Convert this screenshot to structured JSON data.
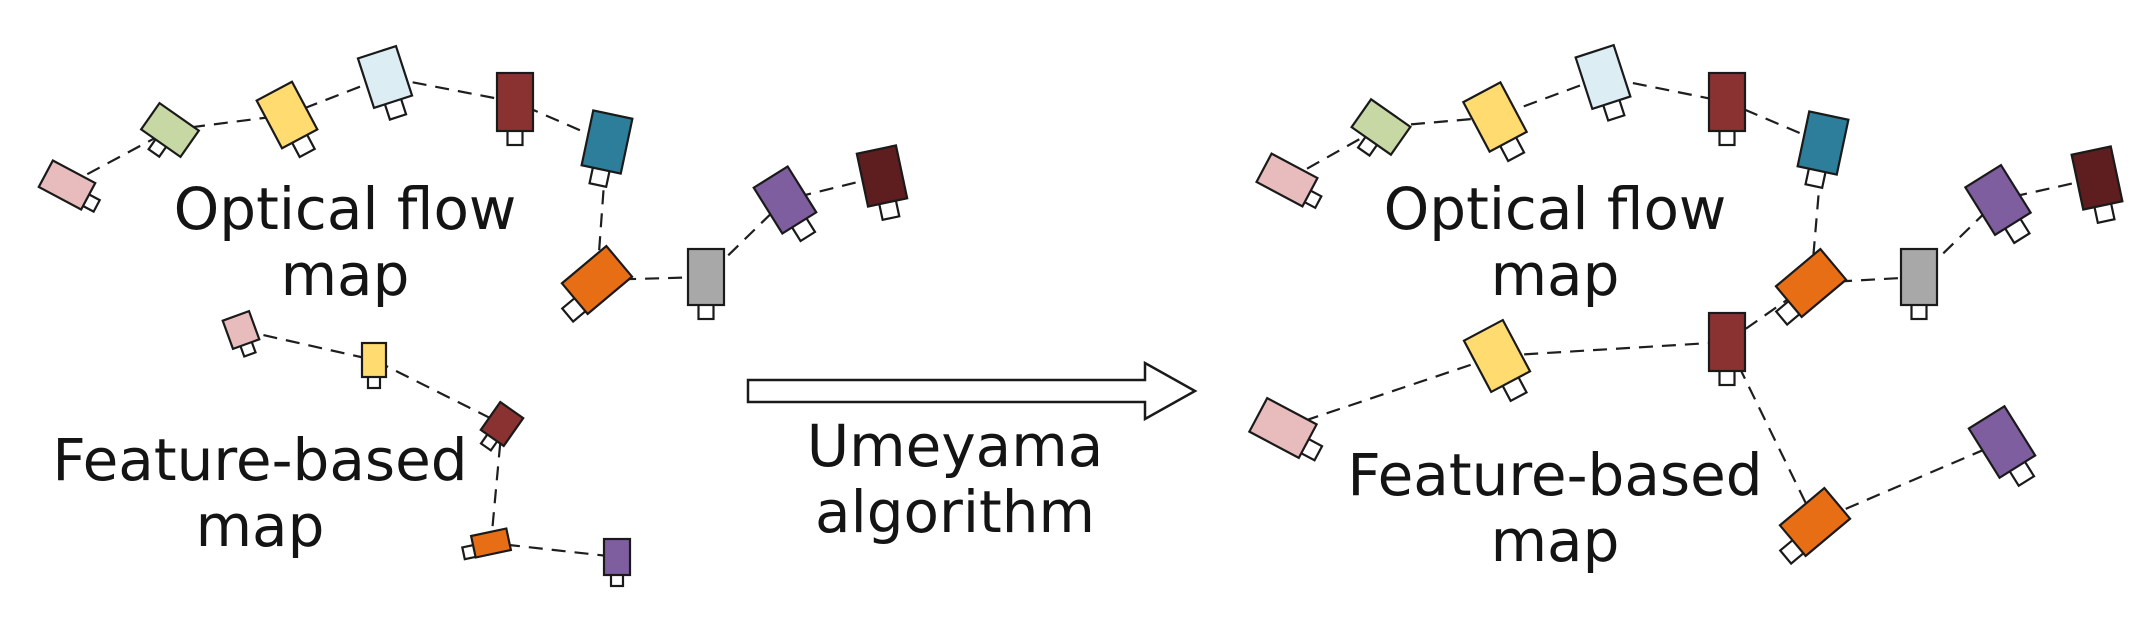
{
  "labels": {
    "left_optical_line1": "Optical flow",
    "left_optical_line2": "map",
    "left_feature_line1": "Feature-based",
    "left_feature_line2": "map",
    "arrow_line1": "Umeyama",
    "arrow_line2": "algorithm",
    "right_optical_line1": "Optical flow",
    "right_optical_line2": "map",
    "right_feature_line1": "Feature-based",
    "right_feature_line2": "map"
  },
  "colors": {
    "pink": "#e8bcbc",
    "green": "#c7d8a5",
    "yellow": "#ffdb70",
    "lightblue": "#dcedf4",
    "darkred": "#8a3232",
    "teal": "#2c7e9b",
    "orange": "#e86e15",
    "purple": "#7e5e9e",
    "maroon": "#5e1d1e",
    "gray": "#a8a8a8",
    "line": "#1e1e1e"
  },
  "icons": {
    "camera": "camera-icon",
    "arrow": "right-arrow-icon"
  }
}
